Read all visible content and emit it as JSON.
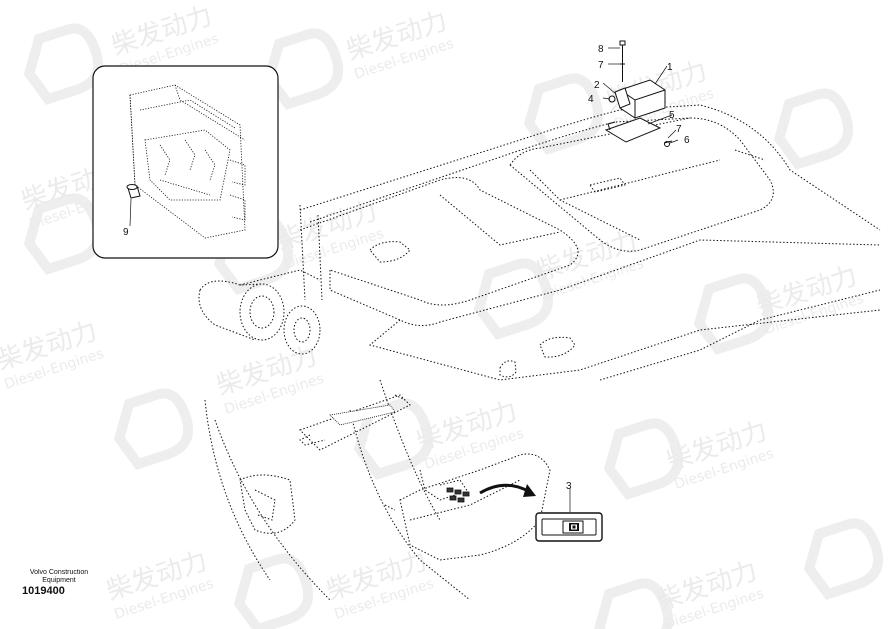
{
  "watermark": {
    "cn": "柴发动力",
    "en": "Diesel-Engines"
  },
  "callouts": {
    "c1": "1",
    "c2": "2",
    "c3": "3",
    "c4": "4",
    "c5": "5",
    "c6": "6",
    "c7a": "7",
    "c7b": "7",
    "c8": "8",
    "c9": "9"
  },
  "caption": {
    "brand_line1": "Volvo Construction",
    "brand_line2": "Equipment",
    "document_number": "1019400"
  },
  "colors": {
    "line": "#111111",
    "watermark": "#e9e9e9",
    "background": "#ffffff"
  }
}
